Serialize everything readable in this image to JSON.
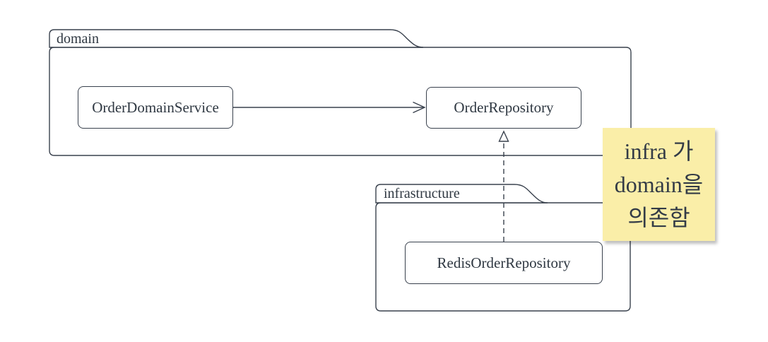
{
  "diagram": {
    "type": "uml-package-diagram",
    "background_color": "#FFFFFF",
    "stroke_color": "#39414D",
    "text_color": "#2F3842",
    "packages": [
      {
        "label": "domain"
      },
      {
        "label": "infrastructure"
      }
    ],
    "nodes": [
      {
        "label": "OrderDomainService",
        "package": "domain"
      },
      {
        "label": "OrderRepository",
        "package": "domain"
      },
      {
        "label": "RedisOrderRepository",
        "package": "infrastructure"
      }
    ],
    "edges": [
      {
        "from": "OrderDomainService",
        "to": "OrderRepository",
        "line": "solid",
        "arrowhead": "open"
      },
      {
        "from": "RedisOrderRepository",
        "to": "OrderRepository",
        "line": "dashed",
        "arrowhead": "hollow-triangle"
      }
    ],
    "note": {
      "line1": "infra 가",
      "line2": "domain을",
      "line3": "의존함",
      "fill_color": "#FAEEA8"
    }
  }
}
